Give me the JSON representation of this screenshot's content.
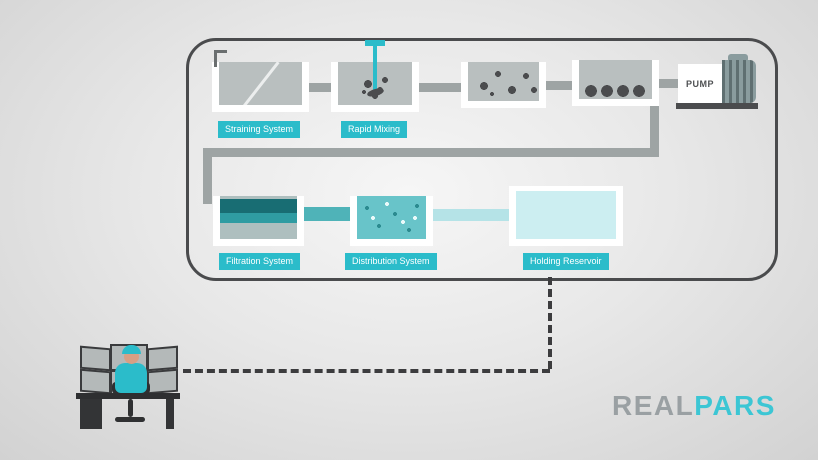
{
  "colors": {
    "accent": "#2bbcca",
    "pipe": "#9ea4a4",
    "outline": "#4a4b4d",
    "dashed_link": "#3c3c3e"
  },
  "process": {
    "labels": {
      "straining": "Straining System",
      "rapid_mixing": "Rapid Mixing",
      "filtration": "Filtration System",
      "distribution": "Distribution System",
      "holding": "Holding Reservoir"
    },
    "pump": "PUMP"
  },
  "logo": {
    "real": "REAL",
    "pars": "PARS"
  }
}
